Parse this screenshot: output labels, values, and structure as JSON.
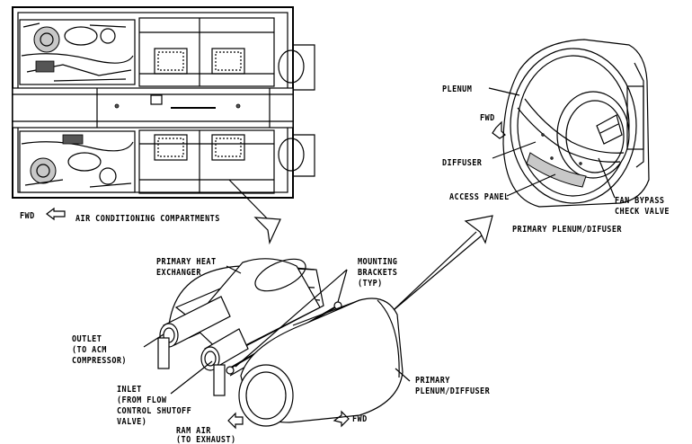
{
  "labels": {
    "fwd_top": "FWD",
    "air_conditioning_compartments": "AIR CONDITIONING COMPARTMENTS",
    "plenum": "PLENUM",
    "fwd_right": "FWD",
    "diffuser": "DIFFUSER",
    "access_panel": "ACCESS PANEL",
    "fan_bypass_check_valve_1": "FAN BYPASS",
    "fan_bypass_check_valve_2": "CHECK VALVE",
    "primary_plenum_diffuser_top": "PRIMARY PLENUM/DIFUSER",
    "primary_heat_exchanger_1": "PRIMARY HEAT",
    "primary_heat_exchanger_2": "EXCHANGER",
    "mounting_brackets_1": "MOUNTING",
    "mounting_brackets_2": "BRACKETS",
    "mounting_brackets_3": "(TYP)",
    "outlet_1": "OUTLET",
    "outlet_2": "(TO ACM",
    "outlet_3": "COMPRESSOR)",
    "inlet_1": "INLET",
    "inlet_2": "(FROM FLOW",
    "inlet_3": "CONTROL SHUTOFF",
    "inlet_4": "VALVE)",
    "ram_air_1": "RAM AIR",
    "ram_air_2": "(TO EXHAUST)",
    "primary_plenum_diffuser_1": "PRIMARY",
    "primary_plenum_diffuser_2": "PLENUM/DIFFUSER",
    "fwd_bottom": "FWD"
  }
}
